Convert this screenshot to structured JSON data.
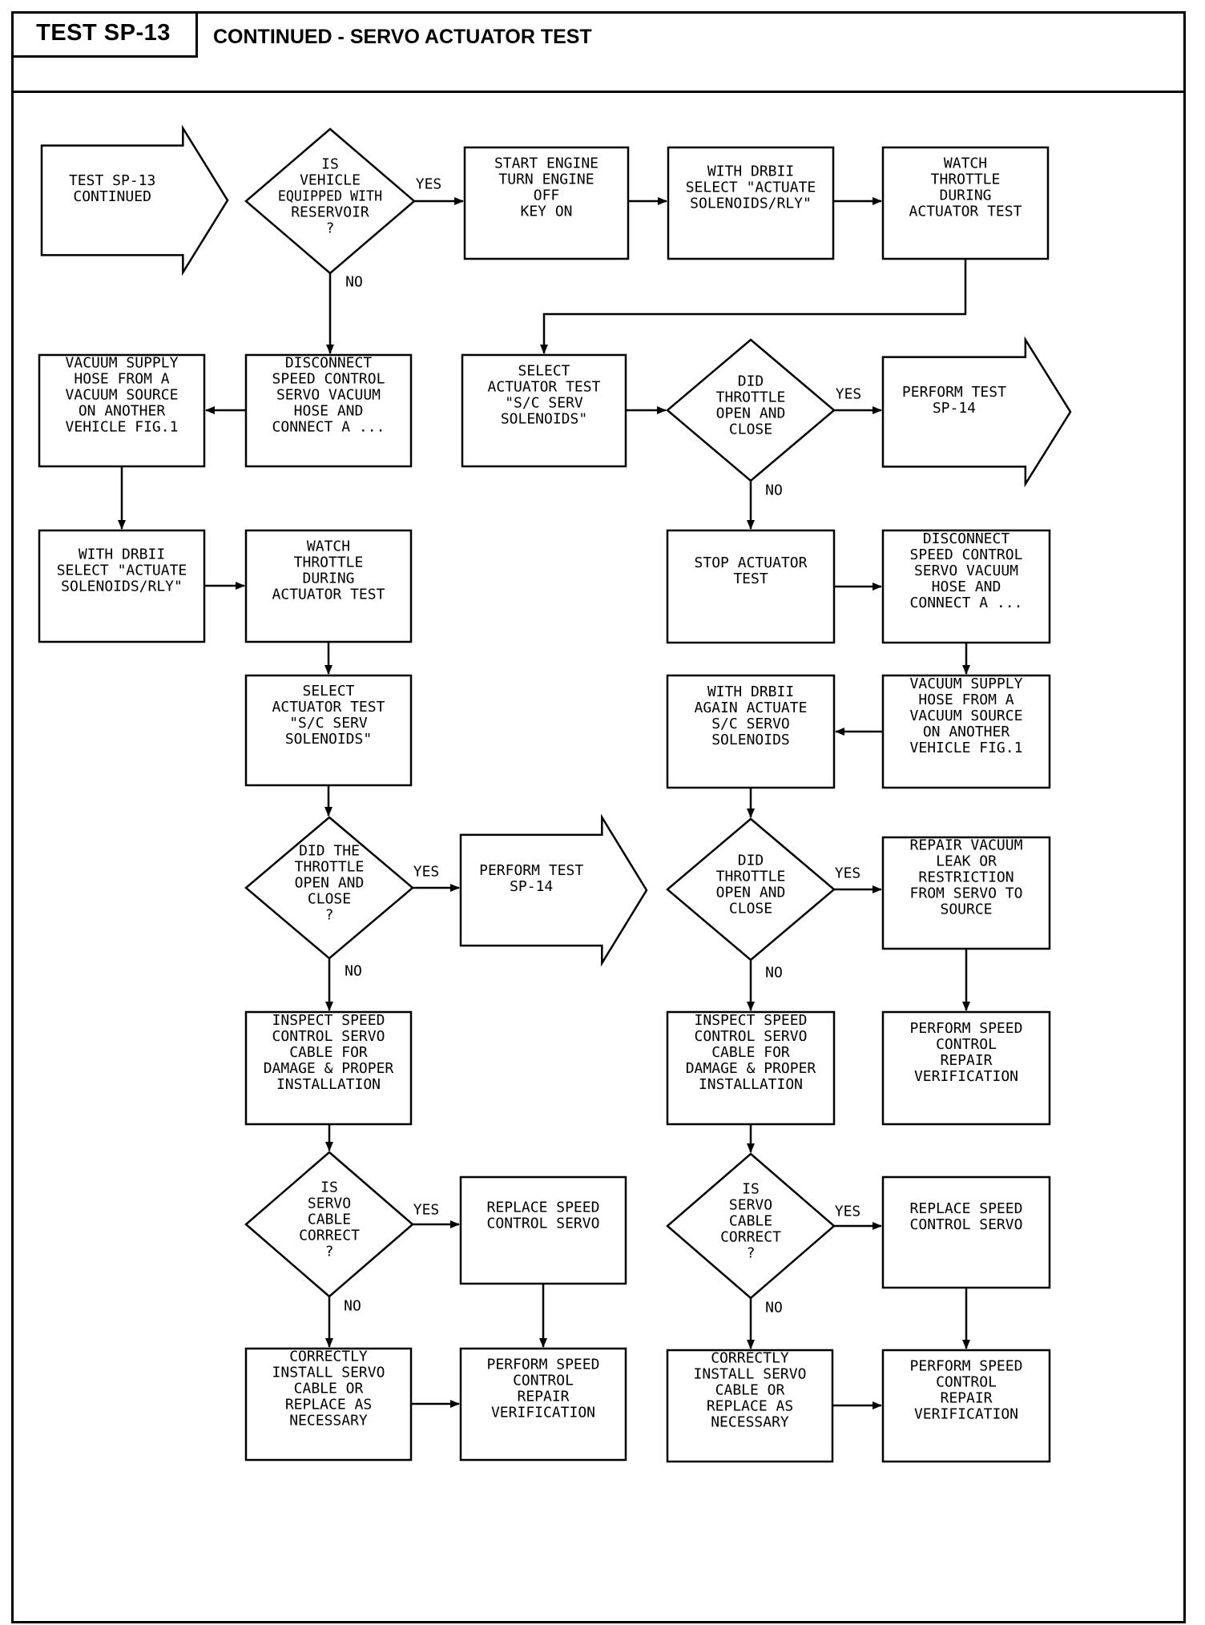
{
  "header": {
    "test_id": "TEST SP-13",
    "title": "CONTINUED - SERVO ACTUATOR TEST"
  },
  "labels": {
    "yes": "YES",
    "no": "NO"
  },
  "nodes": {
    "start": [
      "TEST SP-13",
      "CONTINUED"
    ],
    "d_reservoir": [
      "IS",
      "VEHICLE",
      "EQUIPPED WITH",
      "RESERVOIR",
      "?"
    ],
    "start_engine": [
      "START ENGINE",
      "TURN ENGINE",
      "OFF",
      "KEY ON"
    ],
    "drbii_select_top": [
      "WITH DRBII",
      "SELECT \"ACTUATE",
      "SOLENOIDS/RLY\""
    ],
    "watch_top": [
      "WATCH",
      "THROTTLE",
      "DURING",
      "ACTUATOR TEST"
    ],
    "disconnect_left": [
      "DISCONNECT",
      "SPEED CONTROL",
      "SERVO VACUUM",
      "HOSE AND",
      "CONNECT A ..."
    ],
    "vacuum_left": [
      "VACUUM SUPPLY",
      "HOSE FROM A",
      "VACUUM SOURCE",
      "ON ANOTHER",
      "VEHICLE FIG.1"
    ],
    "select_right": [
      "SELECT",
      "ACTUATOR TEST",
      "\"S/C SERV",
      "SOLENOIDS\""
    ],
    "d_did_right": [
      "DID",
      "THROTTLE",
      "OPEN AND",
      "CLOSE"
    ],
    "perform_sp14_top": [
      "PERFORM TEST",
      "SP-14"
    ],
    "drbii_select_left": [
      "WITH DRBII",
      "SELECT \"ACTUATE",
      "SOLENOIDS/RLY\""
    ],
    "watch_left": [
      "WATCH",
      "THROTTLE",
      "DURING",
      "ACTUATOR TEST"
    ],
    "stop_actuator": [
      "STOP ACTUATOR",
      "TEST"
    ],
    "disconnect_right": [
      "DISCONNECT",
      "SPEED CONTROL",
      "SERVO VACUUM",
      "HOSE AND",
      "CONNECT A ..."
    ],
    "select_left": [
      "SELECT",
      "ACTUATOR TEST",
      "\"S/C SERV",
      "SOLENOIDS\""
    ],
    "again_actuate": [
      "WITH DRBII",
      "AGAIN ACTUATE",
      "S/C SERVO",
      "SOLENOIDS"
    ],
    "vacuum_right": [
      "VACUUM SUPPLY",
      "HOSE FROM A",
      "VACUUM SOURCE",
      "ON ANOTHER",
      "VEHICLE FIG.1"
    ],
    "d_did_left": [
      "DID THE",
      "THROTTLE",
      "OPEN AND",
      "CLOSE",
      "?"
    ],
    "perform_sp14_mid": [
      "PERFORM TEST",
      "SP-14"
    ],
    "d_did_right2": [
      "DID",
      "THROTTLE",
      "OPEN AND",
      "CLOSE"
    ],
    "repair_vacuum": [
      "REPAIR VACUUM",
      "LEAK OR",
      "RESTRICTION",
      "FROM SERVO TO",
      "SOURCE"
    ],
    "inspect_left": [
      "INSPECT SPEED",
      "CONTROL SERVO",
      "CABLE FOR",
      "DAMAGE & PROPER",
      "INSTALLATION"
    ],
    "inspect_right": [
      "INSPECT SPEED",
      "CONTROL SERVO",
      "CABLE FOR",
      "DAMAGE & PROPER",
      "INSTALLATION"
    ],
    "perform_verify_1": [
      "PERFORM SPEED",
      "CONTROL",
      "REPAIR",
      "VERIFICATION"
    ],
    "d_servo_left": [
      "IS",
      "SERVO",
      "CABLE",
      "CORRECT",
      "?"
    ],
    "replace_left": [
      "REPLACE SPEED",
      "CONTROL SERVO"
    ],
    "d_servo_right": [
      "IS",
      "SERVO",
      "CABLE",
      "CORRECT",
      "?"
    ],
    "replace_right": [
      "REPLACE SPEED",
      "CONTROL SERVO"
    ],
    "install_left": [
      "CORRECTLY",
      "INSTALL SERVO",
      "CABLE OR",
      "REPLACE AS",
      "NECESSARY"
    ],
    "perform_verify_2": [
      "PERFORM SPEED",
      "CONTROL",
      "REPAIR",
      "VERIFICATION"
    ],
    "install_right": [
      "CORRECTLY",
      "INSTALL SERVO",
      "CABLE OR",
      "REPLACE AS",
      "NECESSARY"
    ],
    "perform_verify_3": [
      "PERFORM SPEED",
      "CONTROL",
      "REPAIR",
      "VERIFICATION"
    ]
  }
}
